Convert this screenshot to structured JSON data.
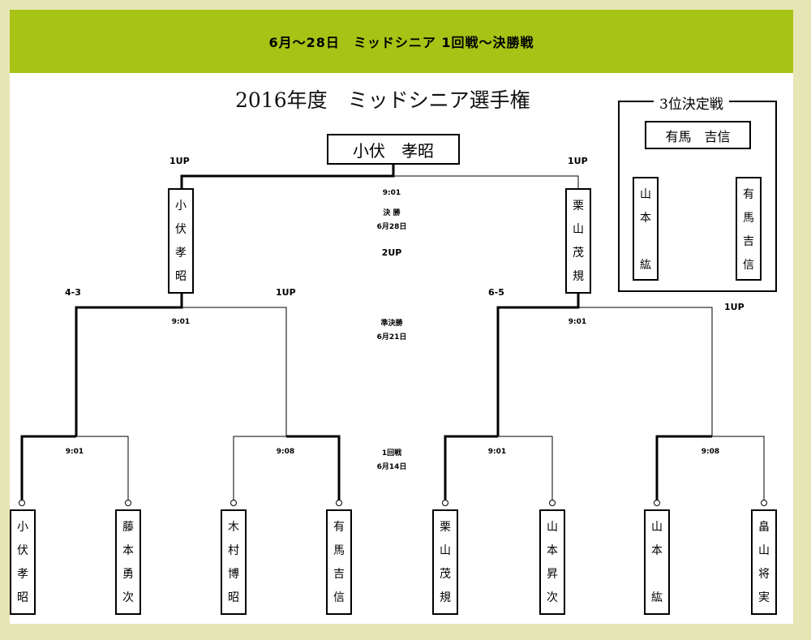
{
  "header": {
    "title": "6月～28日　ミッドシニア 1回戦～決勝戦"
  },
  "bracket": {
    "title": "2016年度　ミッドシニア選手権",
    "champion": "小伏　孝昭",
    "final": {
      "time": "9:01",
      "round": "決 勝",
      "date": "6月28日",
      "margin": "2UP",
      "left": {
        "name": [
          "小",
          "伏",
          "孝",
          "昭"
        ],
        "result": "1UP"
      },
      "right": {
        "name": [
          "栗",
          "山",
          "茂",
          "規"
        ],
        "result": "1UP"
      }
    },
    "semis": {
      "round": "準決勝",
      "date": "6月21日",
      "left": {
        "time": "9:01",
        "score_left": "4-3",
        "score_right": "1UP"
      },
      "right": {
        "time": "9:01",
        "score_left": "6-5",
        "score_right": "1UP"
      }
    },
    "round1": {
      "round": "1回戦",
      "date": "6月14日",
      "times": [
        "9:01",
        "9:08",
        "9:01",
        "9:08"
      ],
      "players": [
        {
          "name": [
            "小",
            "伏",
            "孝",
            "昭"
          ]
        },
        {
          "name": [
            "藤",
            "本",
            "勇",
            "次"
          ]
        },
        {
          "name": [
            "木",
            "村",
            "博",
            "昭"
          ]
        },
        {
          "name": [
            "有",
            "馬",
            "吉",
            "信"
          ]
        },
        {
          "name": [
            "栗",
            "山",
            "茂",
            "規"
          ]
        },
        {
          "name": [
            "山",
            "本",
            "昇",
            "次"
          ]
        },
        {
          "name": [
            "山",
            "本",
            "",
            "紘"
          ]
        },
        {
          "name": [
            "畠",
            "山",
            "将",
            "実"
          ]
        }
      ]
    },
    "third_place": {
      "title": "3位決定戦",
      "winner": "有馬　吉信",
      "left": {
        "name": [
          "山",
          "本",
          "",
          "紘"
        ]
      },
      "right": {
        "name": [
          "有",
          "馬",
          "吉",
          "信"
        ]
      }
    }
  }
}
